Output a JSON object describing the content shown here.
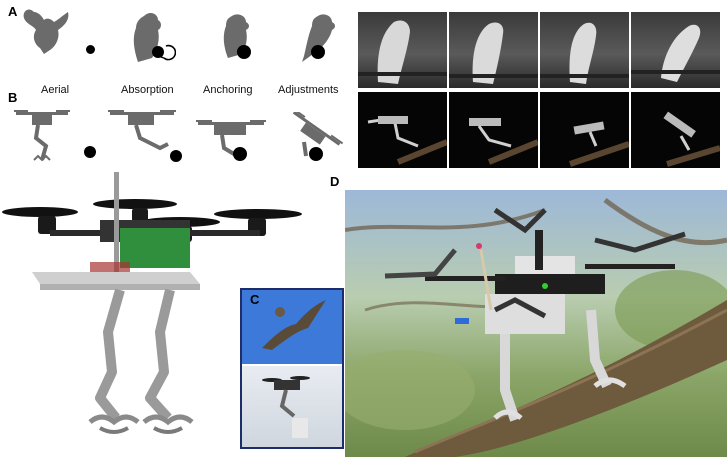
{
  "panel_labels": {
    "a": "A",
    "b": "B",
    "c": "C",
    "d": "D"
  },
  "stages": [
    "Aerial",
    "Absorption",
    "Anchoring",
    "Adjustments"
  ],
  "colors": {
    "silhouette": "#6b6b6b",
    "silhouette_dark": "#555555",
    "dot": "#000000",
    "frame_border": "#1d2d6b",
    "sky_blue": "#3d79d8",
    "drone_green": "#2f8f3c",
    "tree_bark": "#6e5a3c",
    "foliage": "#8aa567"
  },
  "photo_rows": [
    "parrot-grayscale-sequence",
    "drone-highspeed-sequence"
  ]
}
